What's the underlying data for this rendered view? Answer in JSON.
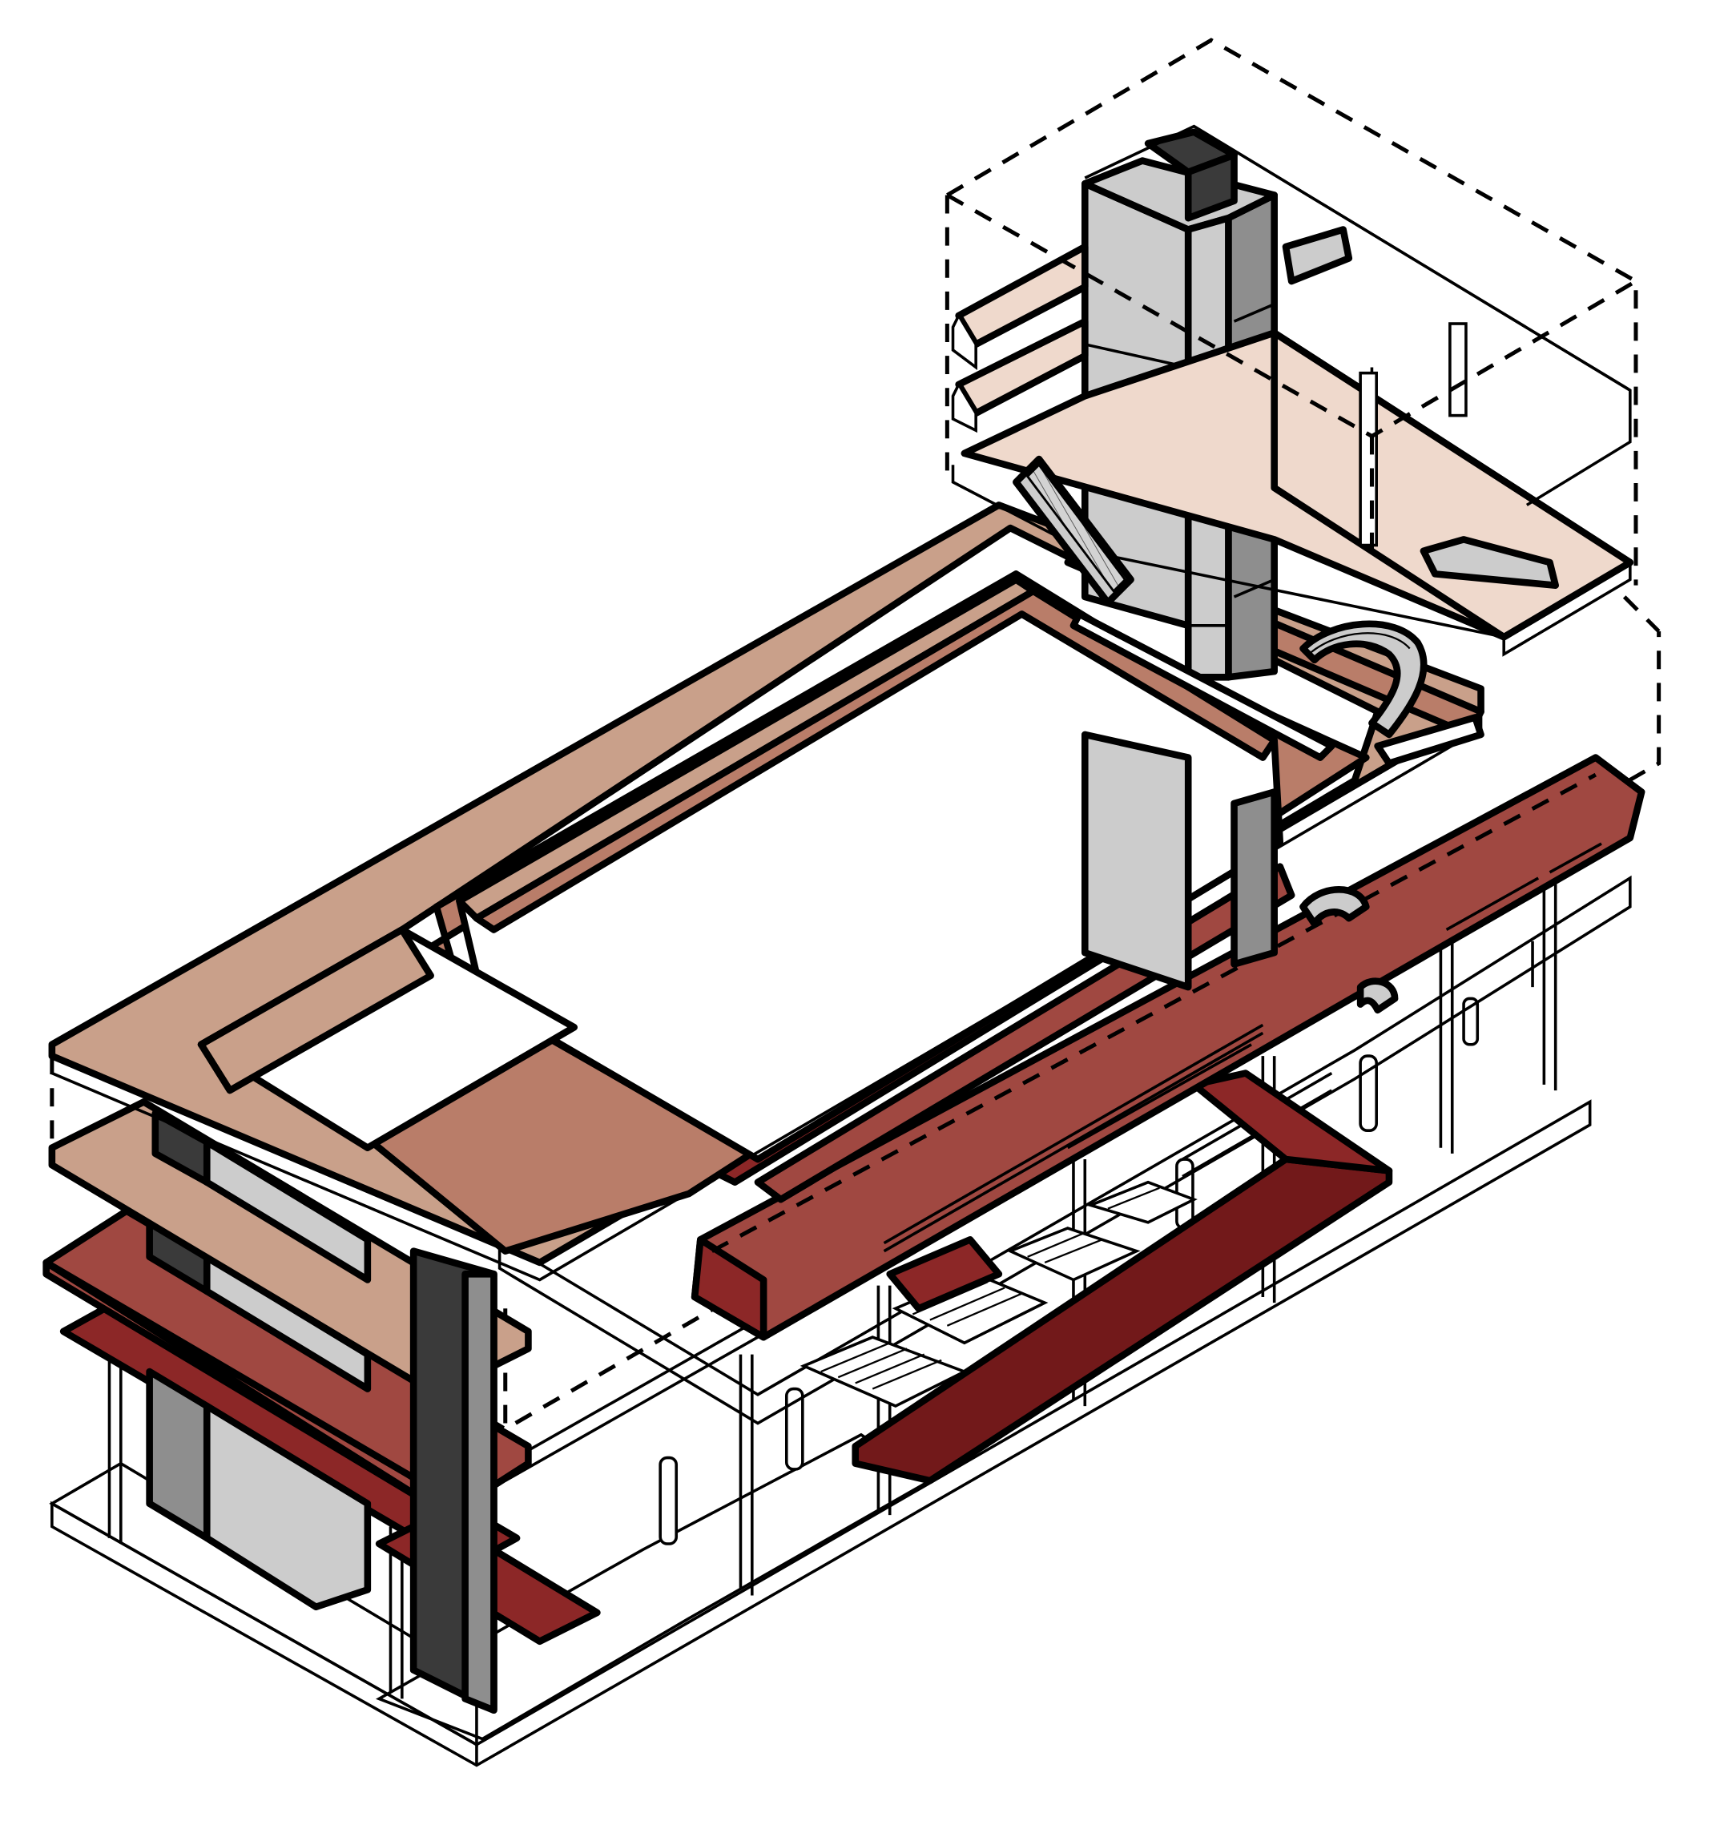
{
  "diagram": {
    "type": "exploded-axonometric",
    "background": "#ffffff",
    "palette": {
      "slab_light": "#c9a08a",
      "slab_mid": "#b97d69",
      "slab_pale": "#efd9cc",
      "slab_red": "#a04841",
      "slab_dark": "#8c2727",
      "slab_deep": "#72191a",
      "core_light": "#cccccc",
      "core_mid": "#8e8e8e",
      "core_dark": "#3a3a3a",
      "line": "#000000"
    },
    "components": [
      "roof-ring-slab",
      "inner-ring-slab",
      "upper-tower-floor-slabs",
      "elevator-core-tower",
      "escalator-flights",
      "spiral-stairs",
      "red-bridge-deck",
      "ground-plaza-slab",
      "corner-cantilever-slabs",
      "dashed-volume-outlines",
      "column-grid"
    ]
  }
}
